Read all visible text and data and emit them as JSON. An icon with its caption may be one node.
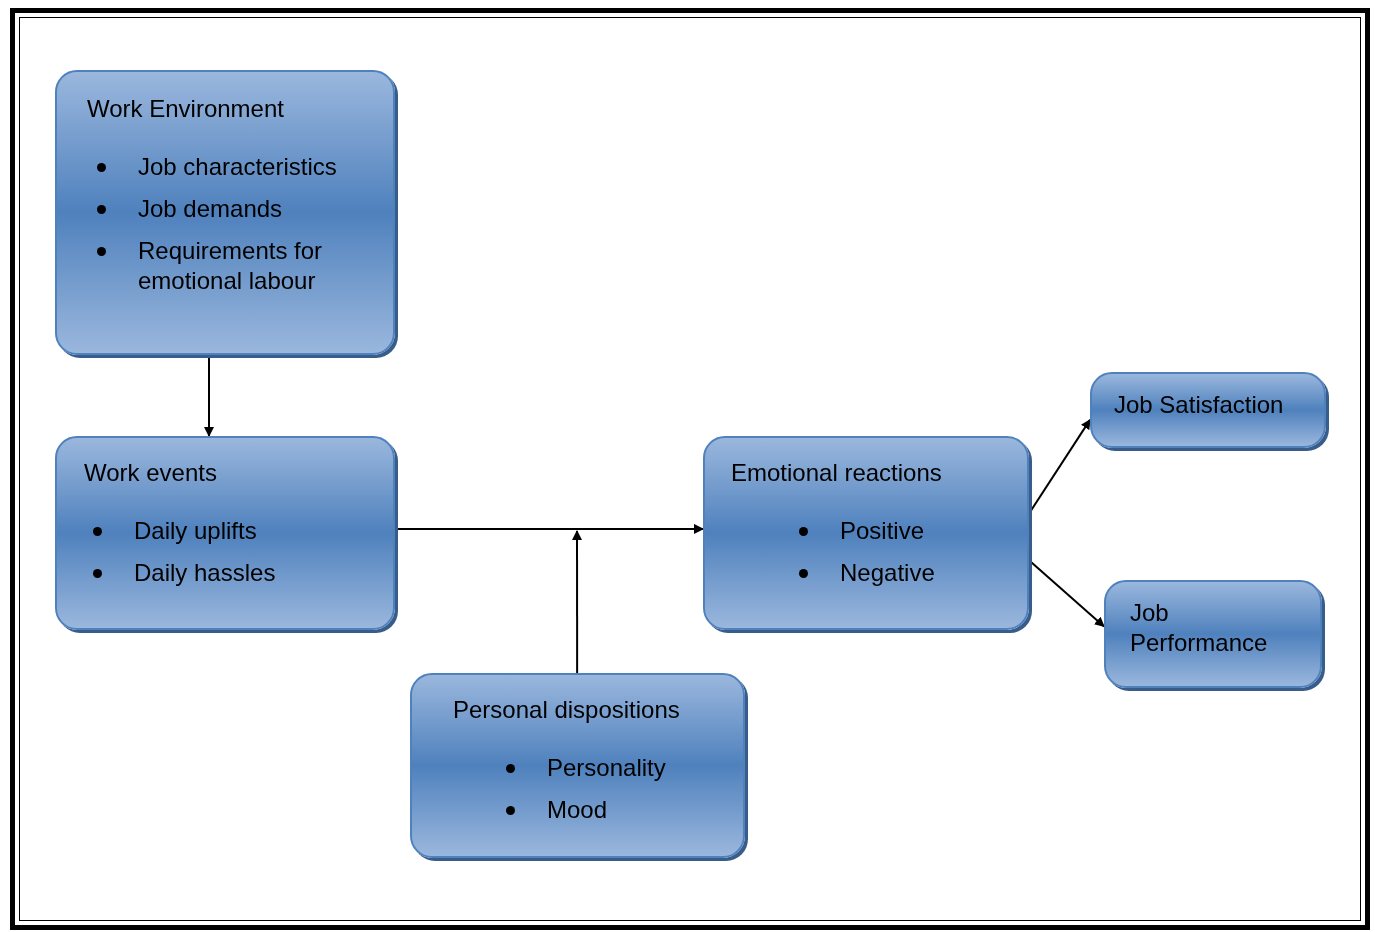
{
  "diagram": {
    "nodes": [
      {
        "text": [
          "Work Environment",
          "Job characteristics",
          "Job demands",
          "Requirements for emotional labour"
        ]
      },
      {
        "text": [
          "Work events",
          "Daily uplifts",
          "Daily hassles"
        ]
      },
      {
        "text": [
          "Emotional reactions",
          "Positive",
          "Negative"
        ]
      },
      {
        "text": [
          "Job Satisfaction"
        ]
      },
      {
        "text": [
          "Job Performance"
        ]
      },
      {
        "text": [
          "Personal dispositions",
          "Personality",
          "Mood"
        ]
      }
    ],
    "edges": [
      {
        "from": 0,
        "to": 1,
        "arrow": "to"
      },
      {
        "from": 1,
        "to": 2,
        "arrow": "to"
      },
      {
        "from": 5,
        "to": null,
        "arrow": "to"
      },
      {
        "from": 2,
        "to": 3,
        "arrow": "to"
      },
      {
        "from": 2,
        "to": 4,
        "arrow": "to"
      }
    ]
  }
}
